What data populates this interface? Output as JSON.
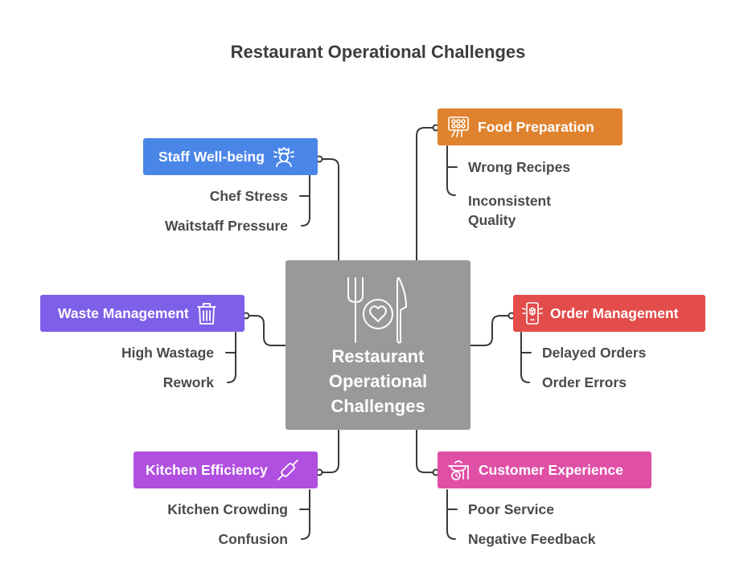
{
  "title": "Restaurant Operational Challenges",
  "center": {
    "label_lines": [
      "Restaurant",
      "Operational",
      "Challenges"
    ],
    "icon": "fork-plate-knife-icon",
    "color": "#999999"
  },
  "categories": {
    "staff": {
      "label": "Staff Well-being",
      "color": "#4a86e8",
      "icon": "chef-icon",
      "items": [
        "Chef Stress",
        "Waitstaff Pressure"
      ]
    },
    "food": {
      "label": "Food Preparation",
      "color": "#e0832f",
      "icon": "recipe-grid-icon",
      "items": [
        [
          "Wrong Recipes"
        ],
        [
          "Inconsistent",
          "Quality"
        ]
      ]
    },
    "waste": {
      "label": "Waste Management",
      "color": "#7e5fe8",
      "icon": "trash-can-icon",
      "items": [
        "High Wastage",
        "Rework"
      ]
    },
    "order": {
      "label": "Order Management",
      "color": "#e24c4b",
      "icon": "order-device-icon",
      "items": [
        "Delayed Orders",
        "Order Errors"
      ]
    },
    "kitchen": {
      "label": "Kitchen Efficiency",
      "color": "#b04fe0",
      "icon": "rolling-pin-icon",
      "items": [
        "Kitchen Crowding",
        "Confusion"
      ]
    },
    "customer": {
      "label": "Customer Experience",
      "color": "#df4fa6",
      "icon": "service-cart-icon",
      "items": [
        "Poor Service",
        "Negative Feedback"
      ]
    }
  },
  "connector_color": "#3a3a3a"
}
